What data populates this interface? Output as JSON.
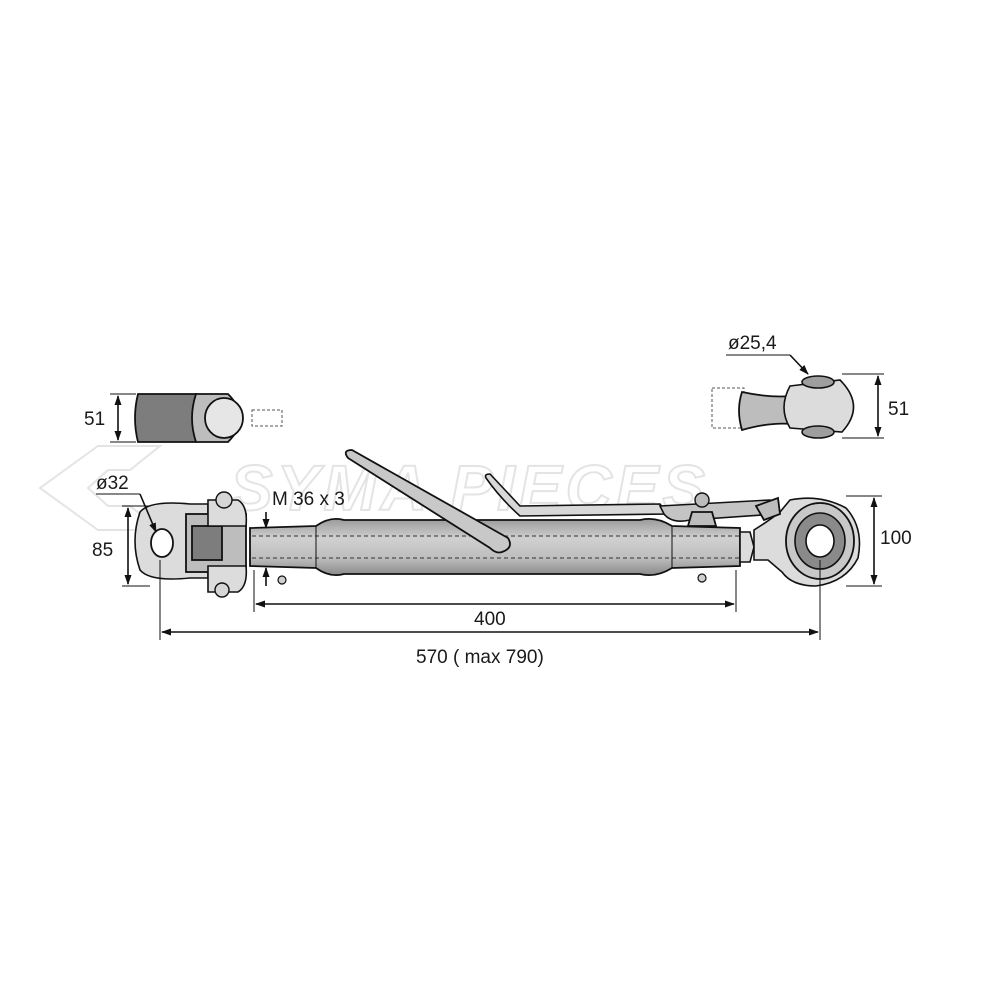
{
  "watermark": {
    "brand_text": "SYMA PIECES"
  },
  "dimensions": {
    "left_eye_width": "51",
    "right_eye_width": "51",
    "pin_diameter": "ø32",
    "ball_diameter": "ø25,4",
    "thread": "M 36 x 3",
    "left_height": "85",
    "right_height": "100",
    "tube_length": "400",
    "total_length": "570 ( max 790)"
  },
  "colors": {
    "body": "#bdbdbd",
    "dark": "#7d7d7d",
    "light": "#dcdcdc",
    "outline": "#111111"
  }
}
